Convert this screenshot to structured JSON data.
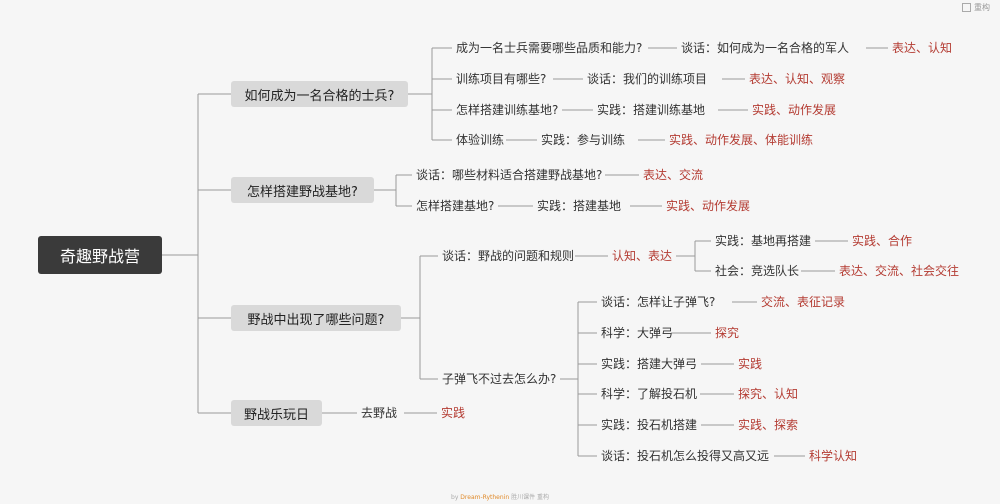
{
  "watermark": "重构",
  "footer": {
    "by": "by",
    "brand": "Dream-Rythenin",
    "tail": "胜川课件 重构"
  },
  "root": "奇趣野战营",
  "branches": {
    "b1": {
      "label": "如何成为一名合格的士兵?",
      "q1": {
        "text": "成为一名士兵需要哪些品质和能力?",
        "act": "谈话：如何成为一名合格的军人",
        "goal": "表达、认知"
      },
      "q2": {
        "text": "训练项目有哪些?",
        "act": "谈话：我们的训练项目",
        "goal": "表达、认知、观察"
      },
      "q3": {
        "text": "怎样搭建训练基地?",
        "act": "实践：搭建训练基地",
        "goal": "实践、动作发展"
      },
      "q4": {
        "text": "体验训练",
        "act": "实践：参与训练",
        "goal": "实践、动作发展、体能训练"
      }
    },
    "b2": {
      "label": "怎样搭建野战基地?",
      "q1": {
        "act": "谈话：哪些材料适合搭建野战基地?",
        "goal": "表达、交流"
      },
      "q2": {
        "text": "怎样搭建基地?",
        "act": "实践：搭建基地",
        "goal": "实践、动作发展"
      }
    },
    "b3": {
      "label": "野战中出现了哪些问题?",
      "q1": {
        "act": "谈话：野战的问题和规则",
        "goal": "认知、表达",
        "s1": {
          "act": "实践：基地再搭建",
          "goal": "实践、合作"
        },
        "s2": {
          "act": "社会：竞选队长",
          "goal": "表达、交流、社会交往"
        }
      },
      "q2": {
        "text": "子弹飞不过去怎么办?",
        "s1": {
          "act": "谈话：怎样让子弹飞?",
          "goal": "交流、表征记录"
        },
        "s2": {
          "act": "科学：大弹弓",
          "goal": "探究"
        },
        "s3": {
          "act": "实践：搭建大弹弓",
          "goal": "实践"
        },
        "s4": {
          "act": "科学：了解投石机",
          "goal": "探究、认知"
        },
        "s5": {
          "act": "实践：投石机搭建",
          "goal": "实践、探索"
        },
        "s6": {
          "act": "谈话：投石机怎么投得又高又远",
          "goal": "科学认知"
        }
      }
    },
    "b4": {
      "label": "野战乐玩日",
      "q1": {
        "act": "去野战",
        "goal": "实践"
      }
    }
  }
}
